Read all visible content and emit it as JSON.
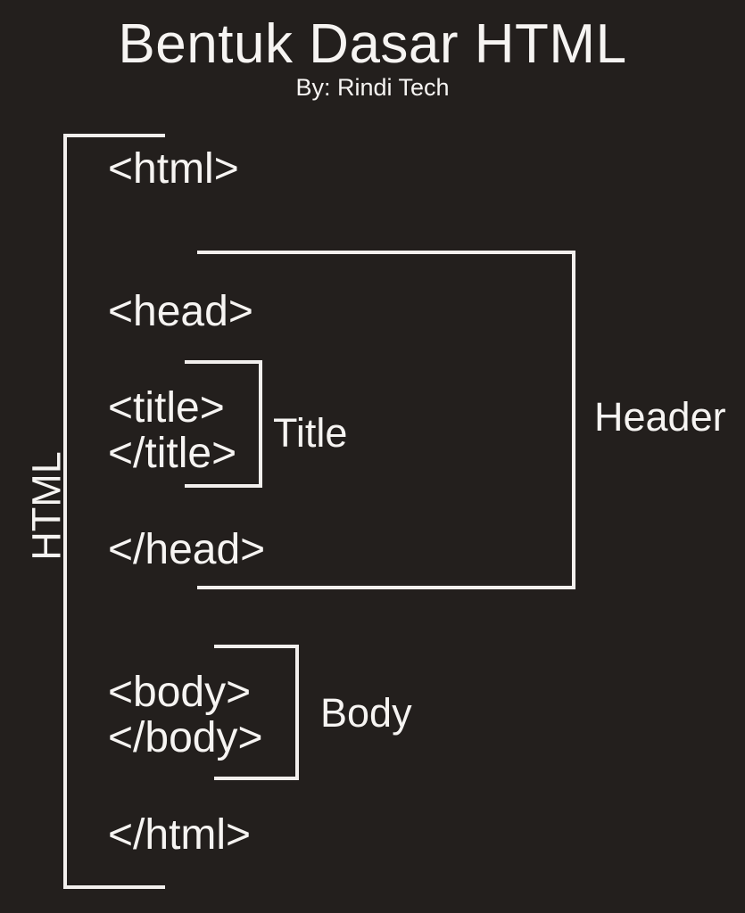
{
  "page": {
    "background_color": "#231f1d",
    "foreground_color": "#f6f4f2",
    "title": "Bentuk Dasar HTML",
    "subtitle": "By: Rindi Tech"
  },
  "diagram": {
    "tags": {
      "html_open": "<html>",
      "head_open": "<head>",
      "title_open": "<title>",
      "title_close": "</title>",
      "head_close": "</head>",
      "body_open": "<body>",
      "body_close": "</body>",
      "html_close": "</html>"
    },
    "labels": {
      "html": "HTML",
      "header": "Header",
      "title": "Title",
      "body": "Body"
    }
  }
}
